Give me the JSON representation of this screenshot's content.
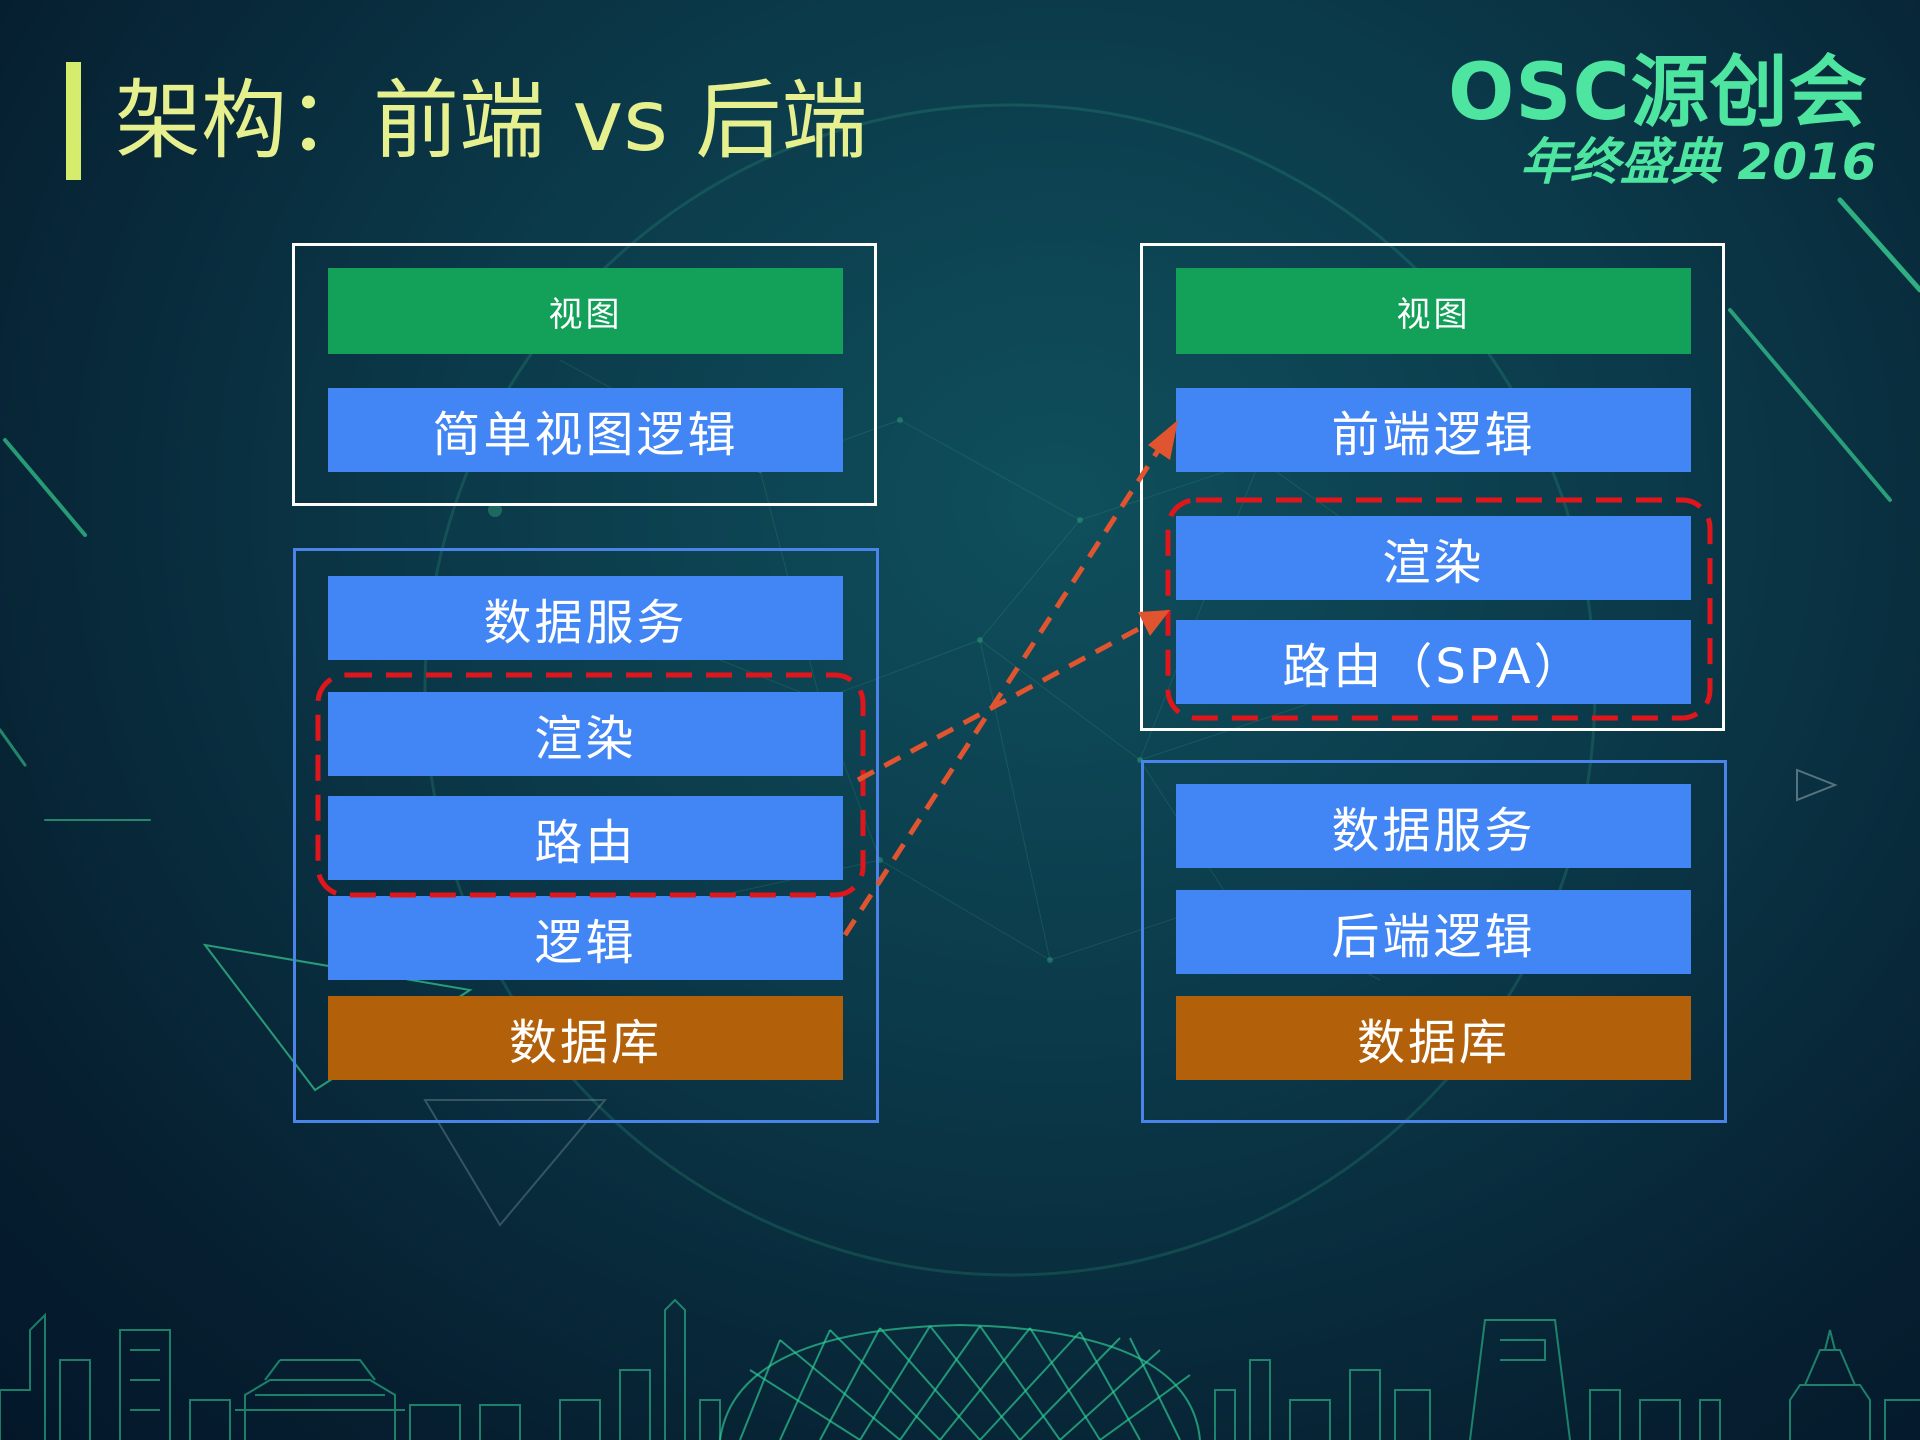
{
  "slide": {
    "title": "架构：前端 vs 后端",
    "colors": {
      "title": "#e6f08e",
      "accent_bar": "#d6ec6c",
      "view": "#13a058",
      "logic": "#4285f4",
      "database": "#b3600a",
      "frame_blue": "#4a84e8",
      "dashed": "#e0161d",
      "arrow": "#e05530",
      "logo": "#4de5a0"
    }
  },
  "logo": {
    "main": "OSC源创会",
    "sub": "年终盛典 2016"
  },
  "left": {
    "top_blocks": [
      "视图",
      "简单视图逻辑"
    ],
    "bottom_blocks": [
      "数据服务",
      "渲染",
      "路由",
      "逻辑",
      "数据库"
    ]
  },
  "right": {
    "top_blocks": [
      "视图",
      "前端逻辑",
      "渲染",
      "路由（SPA）"
    ],
    "bottom_blocks": [
      "数据服务",
      "后端逻辑",
      "数据库"
    ]
  }
}
